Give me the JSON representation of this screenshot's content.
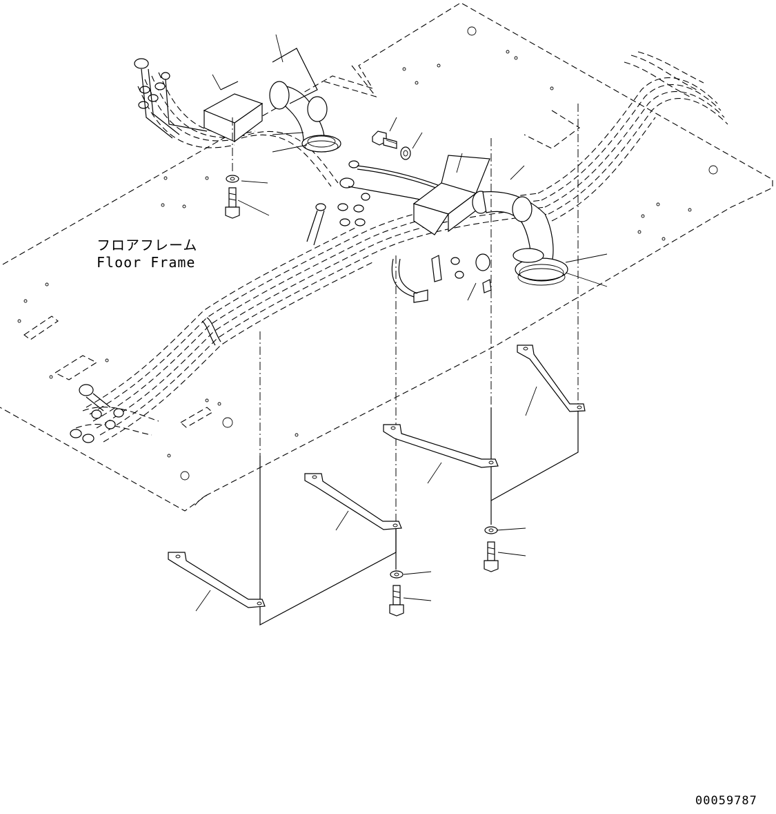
{
  "diagram": {
    "label_jp": "フロアフレーム",
    "label_en": "Floor Frame",
    "drawing_number": "00059787"
  },
  "icons": {
    "floor_frame": "floor-frame-plate",
    "hose_bundle": "hydraulic-hose-bundle",
    "bracket": "mounting-bracket",
    "bolt": "hex-bolt",
    "washer": "flat-washer"
  }
}
